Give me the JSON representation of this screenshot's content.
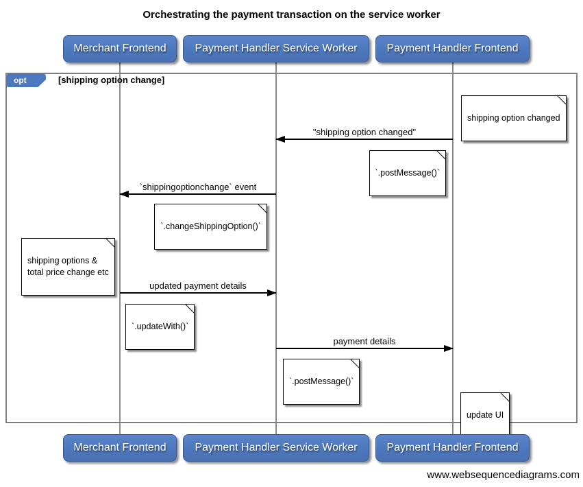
{
  "title": "Orchestrating the payment transaction on the service worker",
  "participants": [
    "Merchant Frontend",
    "Payment Handler Service Worker",
    "Payment Handler Frontend"
  ],
  "fragment": {
    "operator": "opt",
    "condition": "[shipping option change]"
  },
  "messages": [
    {
      "from": "Payment Handler Frontend",
      "to": "Payment Handler Service Worker",
      "direction": "left",
      "label": "\"shipping option changed\""
    },
    {
      "from": "Payment Handler Service Worker",
      "to": "Merchant Frontend",
      "direction": "left",
      "label": "`shippingoptionchange` event"
    },
    {
      "from": "Merchant Frontend",
      "to": "Payment Handler Service Worker",
      "direction": "right",
      "label": "updated payment details"
    },
    {
      "from": "Payment Handler Service Worker",
      "to": "Payment Handler Frontend",
      "direction": "right",
      "label": "payment details"
    }
  ],
  "notes": [
    {
      "anchor": "Payment Handler Frontend",
      "text": "shipping option changed"
    },
    {
      "anchor": "Payment Handler Frontend",
      "text": "`.postMessage()`"
    },
    {
      "anchor": "Payment Handler Service Worker",
      "text": "`.changeShippingOption()`"
    },
    {
      "anchor": "Merchant Frontend",
      "text": "shipping options &\ntotal price change etc"
    },
    {
      "anchor": "Merchant Frontend",
      "text": "`.updateWith()`"
    },
    {
      "anchor": "Payment Handler Service Worker",
      "text": "`.postMessage()`"
    },
    {
      "anchor": "Payment Handler Frontend",
      "text": "update UI"
    }
  ],
  "footer": "www.websequencediagrams.com",
  "colors": {
    "actor_fill": "#4d78bd",
    "actor_border": "#36568e",
    "actor_text": "#ffffff",
    "fragment_border": "#7f7f7f",
    "lifeline": "#8c8c8c",
    "arrow": "#000000",
    "note_bg": "#ffffff",
    "note_border": "#000000"
  }
}
